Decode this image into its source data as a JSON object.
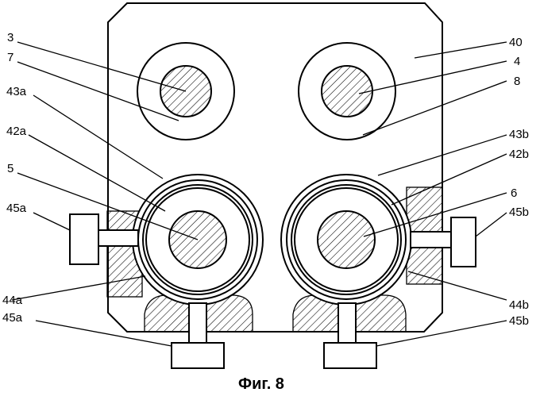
{
  "caption": "Фиг. 8",
  "labels": {
    "l3": "3",
    "l7": "7",
    "l43a": "43a",
    "l42a": "42a",
    "l5": "5",
    "l45a_top": "45a",
    "l44a": "44a",
    "l45a_bottom": "45a",
    "l40": "40",
    "l4": "4",
    "l8": "8",
    "l43b": "43b",
    "l42b": "42b",
    "l6": "6",
    "l45b_top": "45b",
    "l44b": "44b",
    "l45b_bottom": "45b"
  },
  "colors": {
    "line": "#000000",
    "background": "#ffffff"
  }
}
